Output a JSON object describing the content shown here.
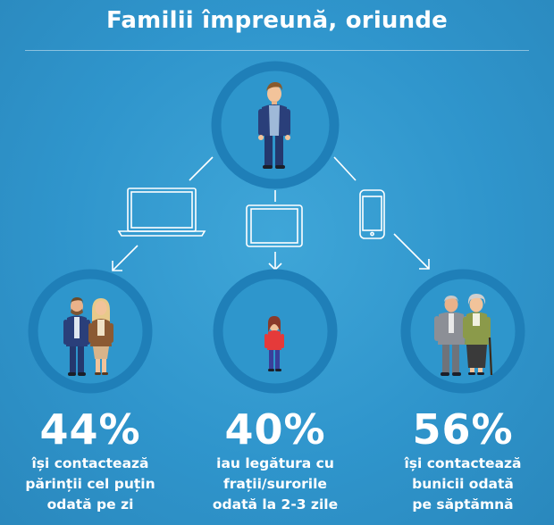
{
  "title": "Familii împreună, oriunde",
  "devices": [
    "laptop-icon",
    "tablet-icon",
    "phone-icon"
  ],
  "stats": [
    {
      "percent": "44%",
      "lines": [
        "își contactează",
        "părinții cel puțin",
        "odată pe zi"
      ]
    },
    {
      "percent": "40%",
      "lines": [
        "iau legătura cu",
        "frații/surorile",
        "odată la 2-3 zile"
      ]
    },
    {
      "percent": "56%",
      "lines": [
        "își contactează",
        "bunicii odată",
        "pe săptămnă"
      ]
    }
  ],
  "colors": {
    "background": "#3299cf",
    "circle_ring": "#1f7fb8",
    "circle_fill": "#2e96cc",
    "text": "#ffffff"
  }
}
